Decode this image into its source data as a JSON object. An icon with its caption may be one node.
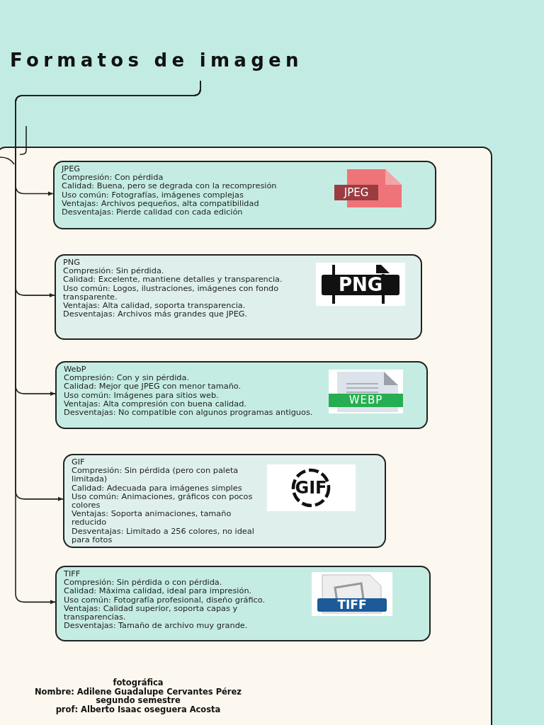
{
  "diagram": {
    "nodes": [
      {
        "text": [
          "Formatos de imagen"
        ]
      },
      {
        "text": [
          "JPEG",
          "Compresión: Con pérdida",
          "Calidad: Buena, pero se degrada con la recompresión",
          "Uso común: Fotografías, imágenes complejas",
          "Ventajas: Archivos pequeños, alta compatibilidad",
          "Desventajas: Pierde calidad con cada edición"
        ]
      },
      {
        "text": [
          "PNG",
          "Compresión: Sin pérdida.",
          "Calidad: Excelente, mantiene detalles y transparencia.",
          "Uso común: Logos, ilustraciones, imágenes con fondo transparente.",
          "Ventajas: Alta calidad, soporta transparencia.",
          "Desventajas: Archivos más grandes que JPEG."
        ]
      },
      {
        "text": [
          "WebP",
          "Compresión: Con y sin pérdida.",
          "Calidad: Mejor que JPEG con menor tamaño.",
          "Uso común: Imágenes para sitios web.",
          "Ventajas: Alta compresión con buena calidad.",
          "Desventajas: No compatible con algunos programas antiguos."
        ]
      },
      {
        "text": [
          "GIF",
          "Compresión: Sin pérdida (pero con paleta limitada)",
          "Calidad: Adecuada para imágenes simples",
          "Uso común: Animaciones, gráficos con pocos colores",
          "Ventajas: Soporta animaciones, tamaño reducido",
          "Desventajas: Limitado a 256 colores, no ideal para fotos"
        ]
      },
      {
        "text": [
          "TIFF",
          "Compresión: Sin pérdida o con pérdida.",
          "Calidad: Máxima calidad, ideal para impresión.",
          "Uso común: Fotografía profesional, diseño gráfico.",
          "Ventajas: Calidad superior, soporta capas y transparencias.",
          "Desventajas: Tamaño de archivo muy grande."
        ]
      }
    ],
    "edges": [
      {
        "from": 0,
        "to": 1,
        "arrow": "to"
      },
      {
        "from": 0,
        "to": 2,
        "arrow": "to"
      },
      {
        "from": 0,
        "to": 3,
        "arrow": "to"
      },
      {
        "from": 0,
        "to": 4,
        "arrow": "to"
      },
      {
        "from": 0,
        "to": 5,
        "arrow": "to"
      }
    ],
    "labels": [
      "JPEG",
      "PNG",
      "WEBP",
      "GIF",
      "TIFF",
      "fotográfica",
      "Nombre: Adilene Guadalupe Cervantes Pérez",
      "segundo semestre",
      "prof: Alberto Isaac oseguera Acosta"
    ]
  }
}
